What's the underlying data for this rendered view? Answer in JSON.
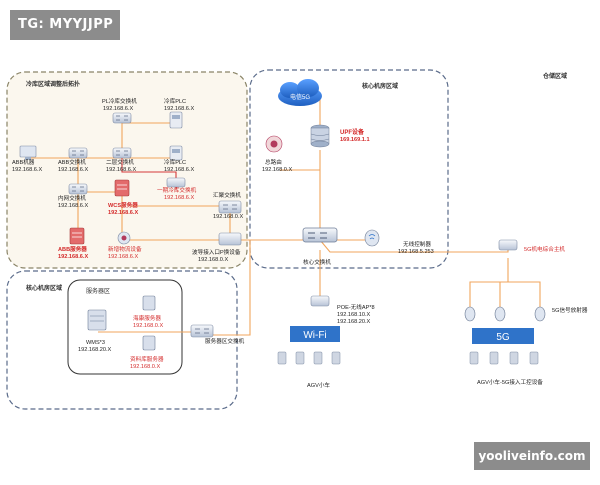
{
  "watermarks": {
    "top": "TG: MYYJJPP",
    "bottom": "yooliveinfo.com"
  },
  "regions": {
    "cold_storage": "冷库区域调整后拓扑",
    "core_room_top": "核心机房区域",
    "warehouse": "仓储区域",
    "core_room_bottom": "核心机房区域",
    "server_area": "服务器区"
  },
  "devices": {
    "plc_switch": {
      "name": "PL冷库交换机",
      "ip": "192.168.6.X"
    },
    "cold_plc_1": {
      "name": "冷库PLC",
      "ip": "192.168.6.X"
    },
    "abb_robot": {
      "name": "ABB机器",
      "ip": "192.168.6.X"
    },
    "abb_switch": {
      "name": "ABB交换机",
      "ip": "192.168.6.X"
    },
    "layer2_switch": {
      "name": "二层交换机",
      "ip": "192.168.6.X"
    },
    "cold_plc_2": {
      "name": "冷库PLC",
      "ip": "192.168.6.X"
    },
    "bu_switch": {
      "name": "一期冷库交换机",
      "ip": "192.168.6.X"
    },
    "intranet_switch": {
      "name": "内网交换机",
      "ip": "192.168.6.X"
    },
    "wcs_server": {
      "name": "WCS服务器",
      "ip": "192.168.6.X"
    },
    "abb_server": {
      "name": "ABB服务器",
      "ip": "192.168.6.X"
    },
    "new_logistics": {
      "name": "新增物流设备",
      "ip": "192.168.6.X"
    },
    "carrier_5g": {
      "name": "电信5G"
    },
    "upf": {
      "name": "UPF设备",
      "ip": "169.169.1.1"
    },
    "main_router": {
      "name": "总路由",
      "ip": "192.168.0.X"
    },
    "edge_switch": {
      "name": "汇聚交换机",
      "ip": "192.168.0.X"
    },
    "core_switch": {
      "name": "核心交换机"
    },
    "wireless_ctrl": {
      "name": "无线控制器",
      "ip": "192.168.5.253"
    },
    "access_switch": {
      "name": "波导接入口P换设备",
      "ip": "192.168.0.X"
    },
    "poe_ap": {
      "name": "POE-无线AP*8",
      "ip1": "192.168.10.X",
      "ip2": "192.168.20.X"
    },
    "wifi_label": "Wi-Fi",
    "agv_car": {
      "name": "AGV小车"
    },
    "ran_5g": {
      "name": "5G机电综合主机"
    },
    "ant_5g": {
      "name": "5G信号放射器"
    },
    "label_5g": "5G",
    "agv_5g": {
      "name": "AGV小车-5G接入工控设备"
    },
    "wms": {
      "name": "WMS*3",
      "ip": "192.168.20.X"
    },
    "haikang": {
      "name": "海康服务器",
      "ip": "192.168.0.X"
    },
    "datacenter": {
      "name": "资料库服务器",
      "ip": "192.168.0.X"
    },
    "server_switch": {
      "name": "服务器区交换机"
    }
  },
  "colors": {
    "region_border": "#5a6b8a",
    "cold_fill": "#fbf7ee",
    "cold_border": "#8a8467",
    "line": "#f0a55c",
    "line_red": "#d53a3a",
    "label_red": "#d42b2b",
    "banner_blue": "#2f73c9",
    "cloud_blue": "#2d74d8"
  }
}
